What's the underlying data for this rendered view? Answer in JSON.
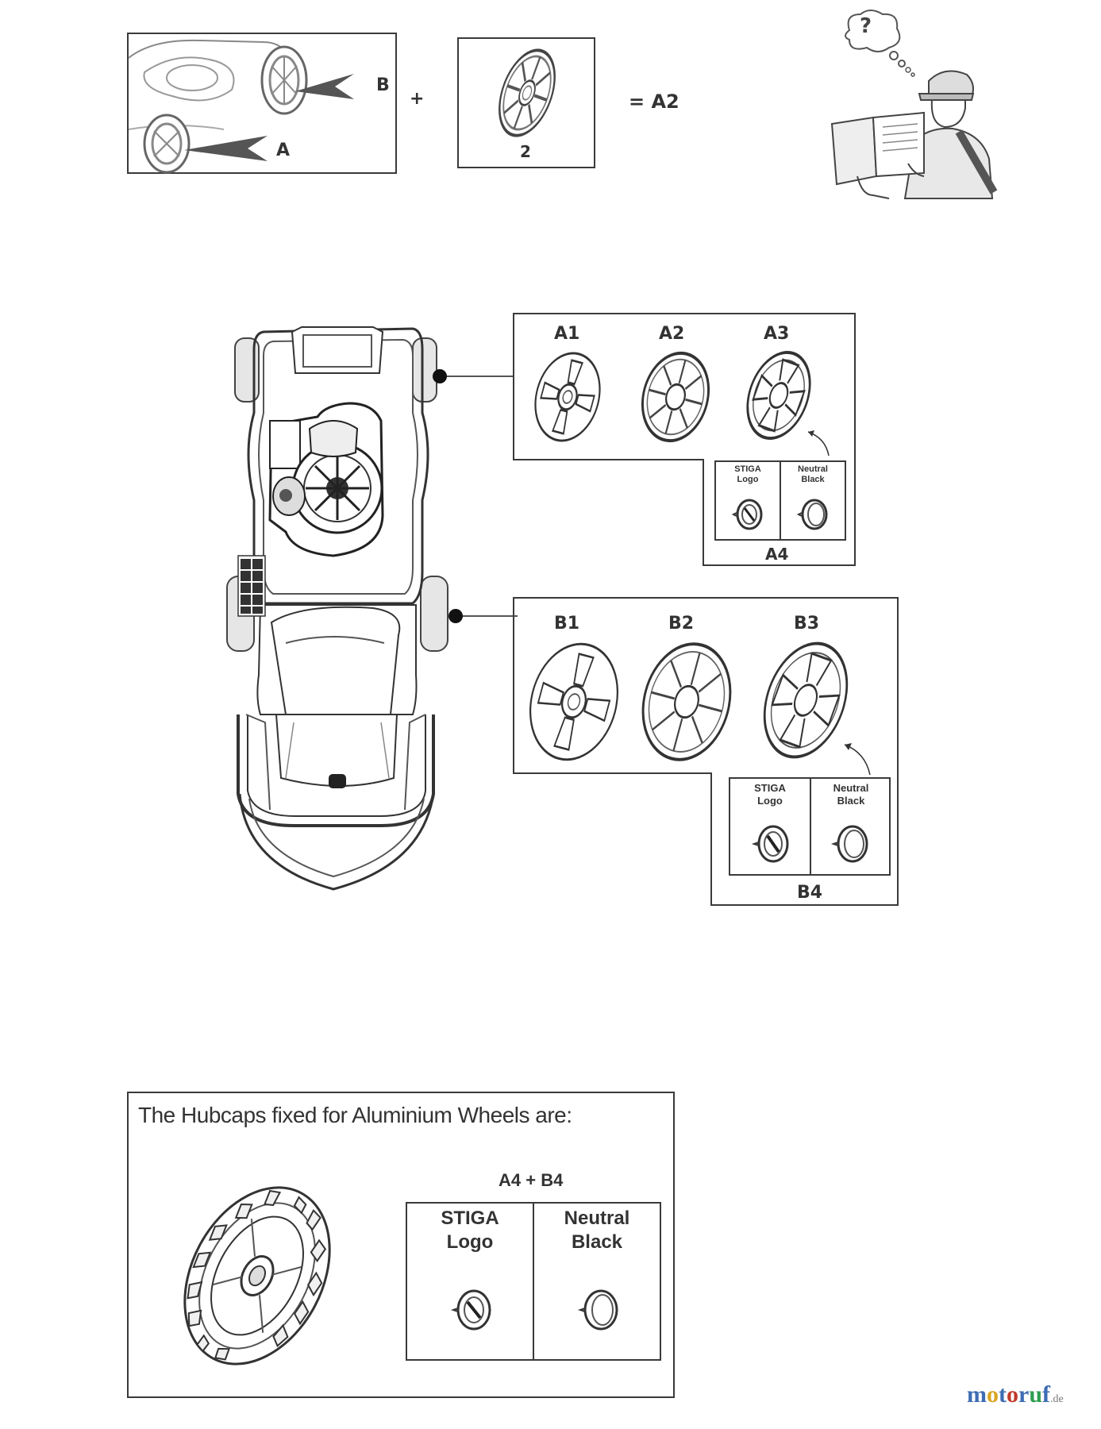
{
  "top": {
    "label_b": "B",
    "label_a": "A",
    "plus": "+",
    "part_number": "2",
    "result": "= A2",
    "question_mark": "?"
  },
  "group_a": {
    "labels": [
      "A1",
      "A2",
      "A3"
    ],
    "sub_left_line1": "STIGA",
    "sub_left_line2": "Logo",
    "sub_right_line1": "Neutral",
    "sub_right_line2": "Black",
    "footer": "A4"
  },
  "group_b": {
    "labels": [
      "B1",
      "B2",
      "B3"
    ],
    "sub_left_line1": "STIGA",
    "sub_left_line2": "Logo",
    "sub_right_line1": "Neutral",
    "sub_right_line2": "Black",
    "footer": "B4"
  },
  "bottom": {
    "title": "The Hubcaps  fixed for Aluminium Wheels are:",
    "combo": "A4 + B4",
    "left_line1": "STIGA",
    "left_line2": "Logo",
    "right_line1": "Neutral",
    "right_line2": "Black"
  },
  "watermark": {
    "m": "m",
    "o1": "o",
    "t": "t",
    "o2": "o",
    "r": "r",
    "u": "u",
    "f": "f",
    "de": ".de"
  }
}
